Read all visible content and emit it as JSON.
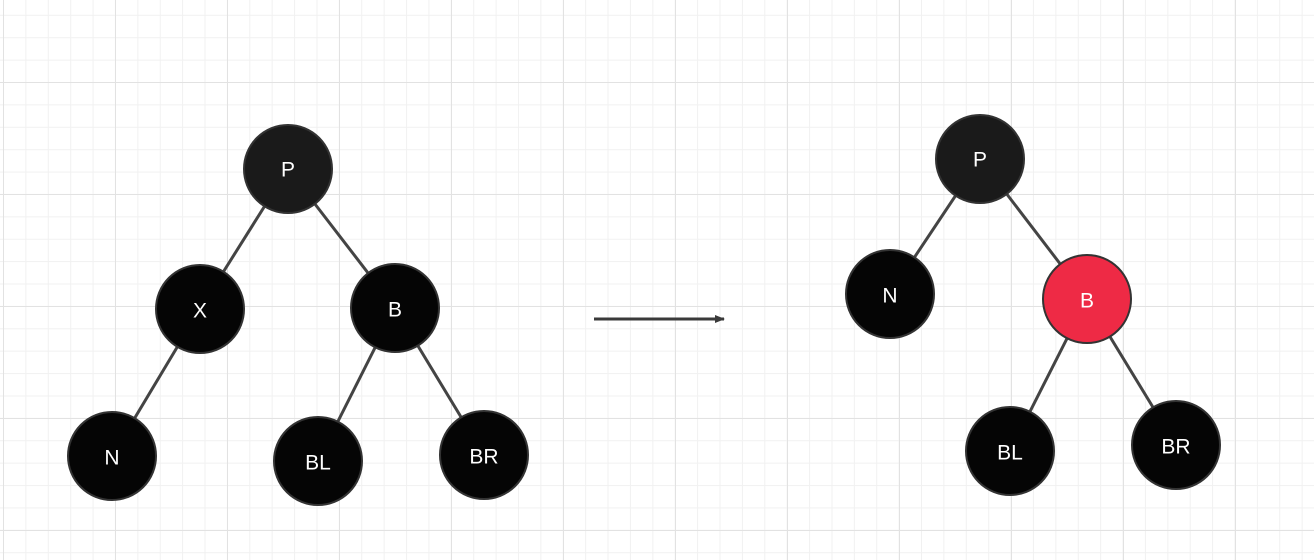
{
  "colors": {
    "black_node": "#050505",
    "dark_node": "#1a1a1a",
    "red_node": "#ee2a45",
    "edge": "#444444"
  },
  "before": {
    "nodes": {
      "p": {
        "label": "P"
      },
      "x": {
        "label": "X"
      },
      "b": {
        "label": "B"
      },
      "n": {
        "label": "N"
      },
      "bl": {
        "label": "BL"
      },
      "br": {
        "label": "BR"
      }
    }
  },
  "after": {
    "nodes": {
      "p": {
        "label": "P"
      },
      "n": {
        "label": "N"
      },
      "b": {
        "label": "B"
      },
      "bl": {
        "label": "BL"
      },
      "br": {
        "label": "BR"
      }
    }
  },
  "transition_arrow": {
    "icon": "arrow-right-icon"
  }
}
